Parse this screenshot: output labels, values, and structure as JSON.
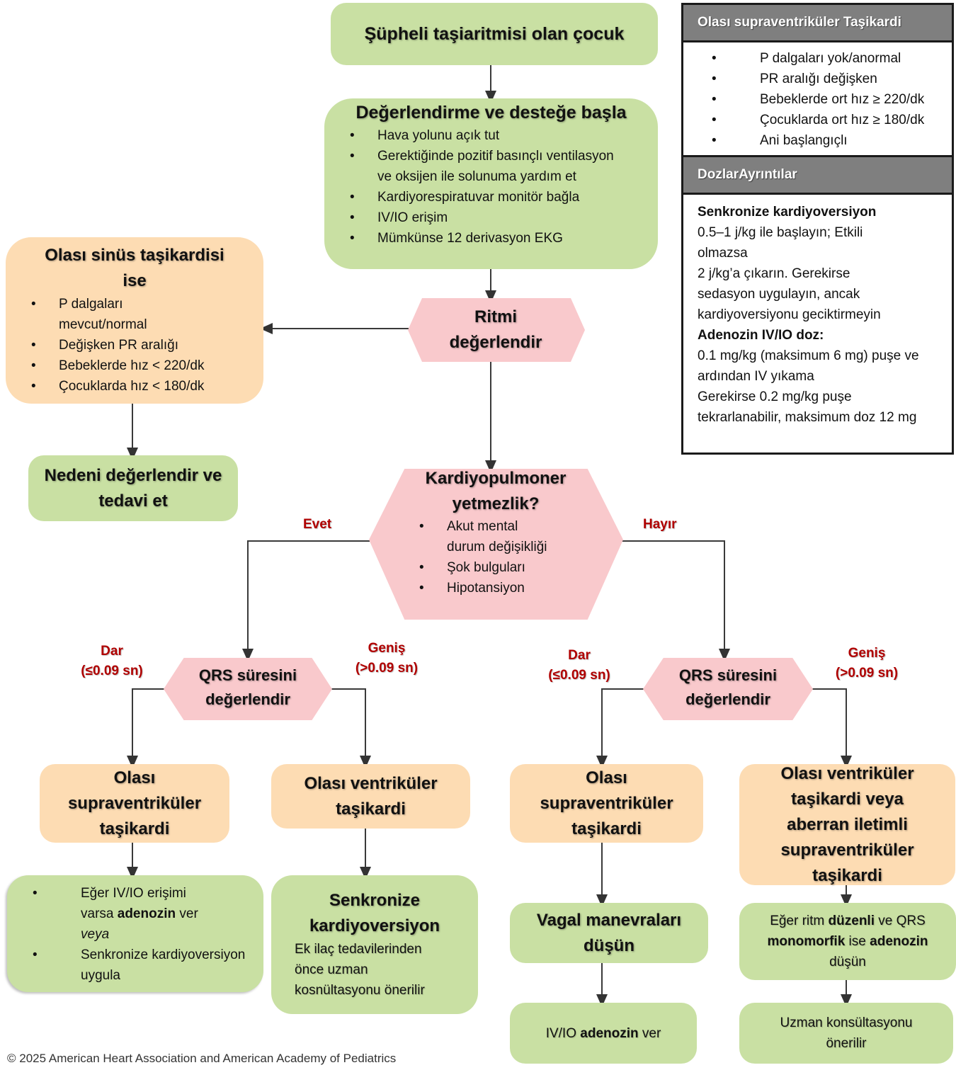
{
  "start": {
    "title": "Şüpheli taşiaritmisi olan çocuk"
  },
  "assess": {
    "title": "Değerlendirme ve desteğe başla",
    "items": [
      "Hava yolunu açık tut",
      "Gerektiğinde pozitif basınçlı ventilasyon ve oksijen ile solunuma yardım et",
      "Kardiyorespiratuvar monitör bağla",
      "IV/IO erişim",
      "Mümkünse 12 derivasyon EKG"
    ]
  },
  "sinus": {
    "title": "Olası sinüs taşikardisi ise",
    "items": [
      "P dalgaları mevcut/normal",
      "Değişken PR aralığı",
      "Bebeklerde hız < 220/dk",
      "Çocuklarda hız < 180/dk"
    ]
  },
  "cause": {
    "title": "Nedeni değerlendir ve tedavi et"
  },
  "rhythm": {
    "title": "Ritmi değerlendir"
  },
  "cardio": {
    "title": "Kardiyopulmoner yetmezlik?",
    "items": [
      "Akut mental durum değişikliği",
      "Şok bulguları",
      "Hipotansiyon"
    ]
  },
  "labels": {
    "yes": "Evet",
    "no": "Hayır",
    "narrow_1": "Dar",
    "narrow_2": "(≤0.09 sn)",
    "wide_1": "Geniş",
    "wide_2": "(>0.09 sn)"
  },
  "qrs": {
    "title": "QRS süresini değerlendir"
  },
  "left": {
    "svt": {
      "title": "Olası supraventriküler taşikardi"
    },
    "vt": {
      "title": "Olası ventriküler taşikardi"
    },
    "svt_action": {
      "item1_a": "Eğer IV/IO erişimi varsa ",
      "item1_b": "adenozin",
      "item1_c": " ver",
      "item1_d": "veya",
      "item2": "Senkronize kardiyoversiyon uygula"
    },
    "vt_action": {
      "title": "Senkronize kardiyoversiyon",
      "text": "Ek ilaç tedavilerinden önce uzman kosnültasyonu önerilir"
    }
  },
  "right": {
    "svt": {
      "title": "Olası supraventriküler taşikardi"
    },
    "vt": {
      "title": "Olası ventriküler taşikardi veya aberran iletimli supraventriküler taşikardi"
    },
    "vagal": {
      "title": "Vagal manevraları düşün"
    },
    "adenosine": {
      "a": "IV/IO ",
      "b": "adenozin",
      "c": " ver"
    },
    "consider": {
      "a": "Eğer ritm ",
      "b": "düzenli",
      "c": " ve QRS ",
      "d": "monomorfik",
      "e": " ise ",
      "f": "adenozin",
      "g": " düşün"
    },
    "consult": {
      "title": "Uzman konsültasyonu önerilir"
    }
  },
  "panel": {
    "svt_header": "Olası supraventriküler Taşikardi",
    "svt_items": [
      "P dalgaları yok/anormal",
      "PR aralığı değişken",
      "Bebeklerde ort hız ≥ 220/dk",
      "Çocuklarda ort hız ≥ 180/dk",
      "Ani başlangıçlı"
    ],
    "dose_header": "DozlarAyrıntılar",
    "cardioversion_title": "Senkronize kardiyoversiyon",
    "cardioversion_lines": [
      "0.5–1 j/kg ile başlayın; Etkili olmazsa",
      "2 j/kg’a çıkarın. Gerekirse sedasyon uygulayın, ancak kardiyoversiyonu geciktirmeyin"
    ],
    "adenosine_title": "Adenozin IV/IO doz:",
    "adenosine_lines": [
      "0.1 mg/kg (maksimum 6 mg) puşe ve ardından IV yıkama",
      "Gerekirse 0.2 mg/kg puşe tekrarlanabilir,  maksimum doz 12 mg"
    ]
  },
  "colors": {
    "action_green": "#c9e0a3",
    "info_orange": "#fddcb3",
    "decision_pink": "#f9c9cc",
    "label_red": "#b00000",
    "panel_header_gray": "#7f7f7f"
  },
  "footer": {
    "copyright": "© 2025 American Heart Association and American Academy of Pediatrics"
  }
}
